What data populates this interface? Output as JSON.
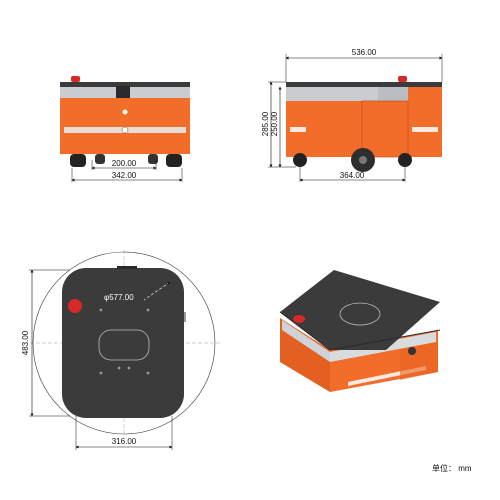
{
  "front_view": {
    "width_inner": "200.00",
    "width_outer": "342.00"
  },
  "side_view": {
    "length_total": "536.00",
    "height_total": "285.00",
    "height_body": "250.00",
    "wheelbase": "364.00"
  },
  "top_view": {
    "diameter": "φ577.00",
    "depth": "483.00",
    "width": "316.00"
  },
  "unit_label": "单位：  mm",
  "colors": {
    "orange": "#f26c2a",
    "dark_gray": "#3b3b3b",
    "steel": "#c9ccd0"
  }
}
